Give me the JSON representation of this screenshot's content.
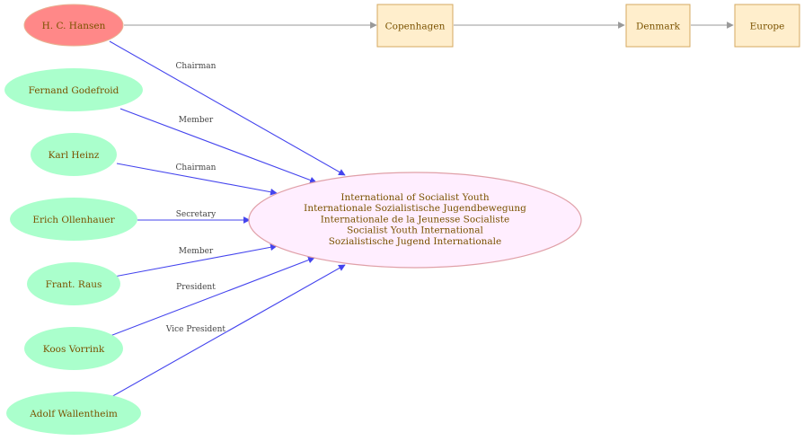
{
  "colors": {
    "person_fill": "#aaffcc",
    "highlight_fill": "#ff8888",
    "highlight_stroke": "#e8b090",
    "place_fill": "#ffeecc",
    "place_stroke": "#d4a860",
    "org_fill": "#ffeeff",
    "org_stroke": "#e0a0a8",
    "text": "#7a5200",
    "edge_blue": "#4444ee",
    "edge_gray": "#999999"
  },
  "people": [
    {
      "id": "hansen",
      "label": "H. C. Hansen",
      "role": "Chairman",
      "highlight": true
    },
    {
      "id": "godefroid",
      "label": "Fernand Godefroid",
      "role": "Member"
    },
    {
      "id": "heinz",
      "label": "Karl Heinz",
      "role": "Chairman"
    },
    {
      "id": "ollenhauer",
      "label": "Erich Ollenhauer",
      "role": "Secretary"
    },
    {
      "id": "raus",
      "label": "Frant. Raus",
      "role": "Member"
    },
    {
      "id": "vorrink",
      "label": "Koos Vorrink",
      "role": "President"
    },
    {
      "id": "wallentheim",
      "label": "Adolf Wallentheim",
      "role": "Vice President"
    }
  ],
  "places": [
    {
      "id": "copenhagen",
      "label": "Copenhagen"
    },
    {
      "id": "denmark",
      "label": "Denmark"
    },
    {
      "id": "europe",
      "label": "Europe"
    }
  ],
  "organization": {
    "lines": [
      "International of Socialist Youth",
      "Internationale Sozialistische Jugendbewegung",
      "Internationale de la Jeunesse Socialiste",
      "Socialist Youth International",
      "Sozialistische Jugend Internationale"
    ]
  }
}
